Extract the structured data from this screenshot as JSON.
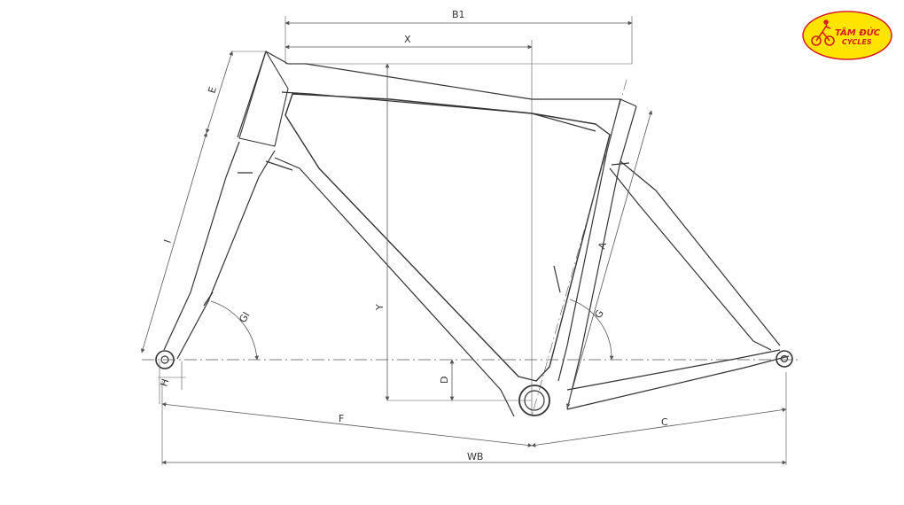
{
  "logo": {
    "line1": "TÂM ĐỨC",
    "line2": "CYCLES",
    "bg_color": "#ffe400",
    "text_color": "#d32020"
  },
  "labels": {
    "B1": "B1",
    "X": "X",
    "E": "E",
    "I": "I",
    "A": "A",
    "G": "G",
    "GI": "GI",
    "Y": "Y",
    "D": "D",
    "H": "H",
    "F": "F",
    "C": "C",
    "WB": "WB"
  }
}
